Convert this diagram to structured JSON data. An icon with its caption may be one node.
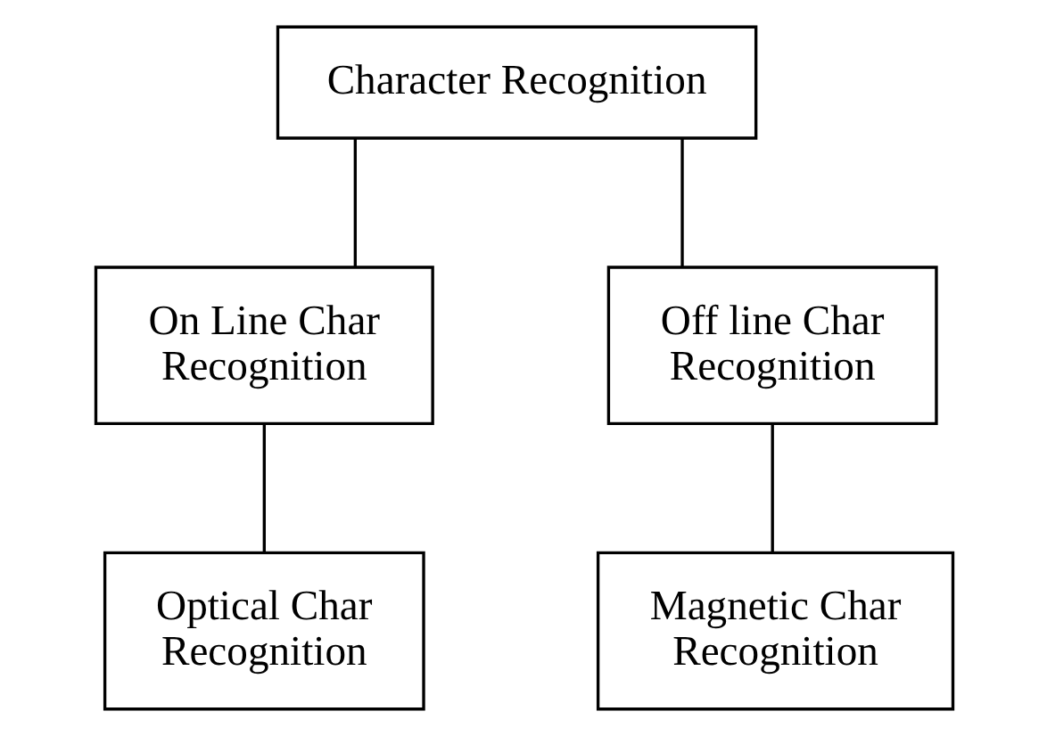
{
  "diagram": {
    "nodes": [
      {
        "text": [
          "Character Recognition"
        ]
      },
      {
        "text": [
          "On Line Char Recognition"
        ]
      },
      {
        "text": [
          "Off line Char Recognition"
        ]
      },
      {
        "text": [
          "Optical Char Recognition"
        ]
      },
      {
        "text": [
          "Magnetic Char Recognition"
        ]
      }
    ],
    "edges": [
      {
        "from": 0,
        "to": 1,
        "arrow": "none"
      },
      {
        "from": 0,
        "to": 2,
        "arrow": "none"
      },
      {
        "from": 1,
        "to": 3,
        "arrow": "none"
      },
      {
        "from": 2,
        "to": 4,
        "arrow": "none"
      }
    ]
  }
}
